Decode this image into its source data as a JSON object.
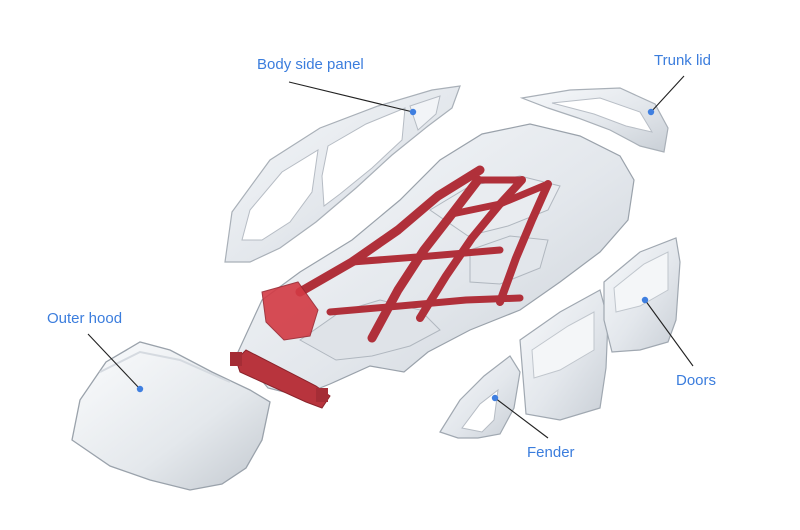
{
  "colors": {
    "label": "#3b7ddd",
    "leader": "#222222",
    "dot": "#3f7fe0",
    "frame_red": "#b0303a",
    "panel_fill": "#eef1f4",
    "panel_stroke": "#aab1ba"
  },
  "labels": {
    "body_side_panel": "Body side panel",
    "trunk_lid": "Trunk lid",
    "outer_hood": "Outer hood",
    "doors": "Doors",
    "fender": "Fender"
  }
}
